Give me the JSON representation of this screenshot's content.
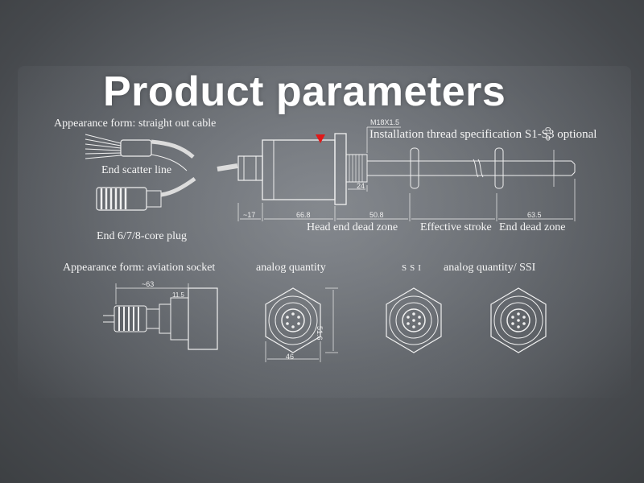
{
  "title": "Product parameters",
  "labels": {
    "appearance_cable": "Appearance form: straight out cable",
    "end_scatter": "End scatter line",
    "end_plug": "End 6/7/8-core plug",
    "appearance_socket": "Appearance form: aviation socket",
    "analog": "analog quantity",
    "ssi": "SSI",
    "analog_ssi": "analog quantity/ SSI",
    "thread_spec": "Installation thread specification S1-S3 optional",
    "head_dead": "Head end dead zone",
    "effective": "Effective stroke",
    "end_dead": "End dead zone"
  },
  "dims": {
    "m18": "M18X1.5",
    "phi10": "Φ10",
    "d24": "24",
    "d17": "~17",
    "d668": "66.8",
    "d508": "50.8",
    "d635": "63.5",
    "d63": "~63",
    "d115": "11.5",
    "d516": "51.6",
    "d46": "46"
  },
  "colors": {
    "accent": "#e01818",
    "line": "#f0f0f0"
  }
}
